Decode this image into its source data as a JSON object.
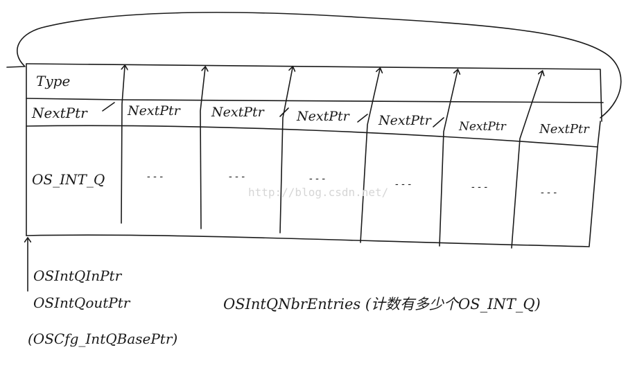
{
  "diagram": {
    "header_label": "Type",
    "next_ptr_labels": [
      "NextPtr",
      "NextPtr",
      "NextPtr",
      "NextPtr",
      "NextPtr",
      "NextPtr",
      "NextPtr"
    ],
    "body_labels": [
      "OS_INT_Q",
      "- - -",
      "- - -",
      "- - -",
      "- - -",
      "- - -",
      "- - -"
    ],
    "pointer_labels": [
      "OSIntQInPtr",
      "OSIntQoutPtr",
      "(OSCfg_IntQBasePtr)"
    ],
    "count_label": "OSIntQNbrEntries (计数有多少个OS_INT_Q)",
    "watermark": "http://blog.csdn.net/"
  }
}
